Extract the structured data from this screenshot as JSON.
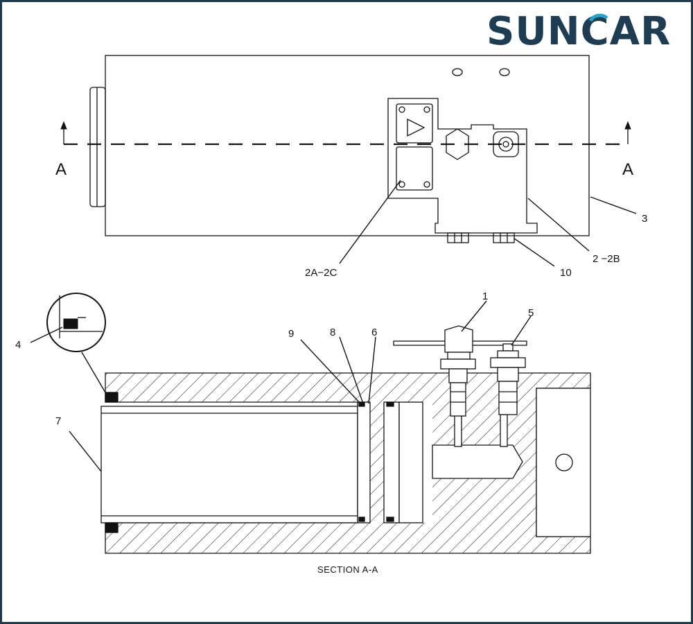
{
  "logo": {
    "text": "SUNCAR",
    "color": "#1e3d52",
    "accent": "#2a9fc9"
  },
  "section_markers": {
    "left": "A",
    "right": "A"
  },
  "callouts": {
    "c3": "3",
    "c2A_2C": "2A−2C",
    "c2_2B": "2 −2B",
    "c10": "10",
    "c1": "1",
    "c5": "5",
    "c4": "4",
    "c7": "7",
    "c9": "9",
    "c8": "8",
    "c6": "6"
  },
  "section_title": "SECTION A-A",
  "colors": {
    "frame": "#1f3a4a",
    "line": "#111111"
  }
}
